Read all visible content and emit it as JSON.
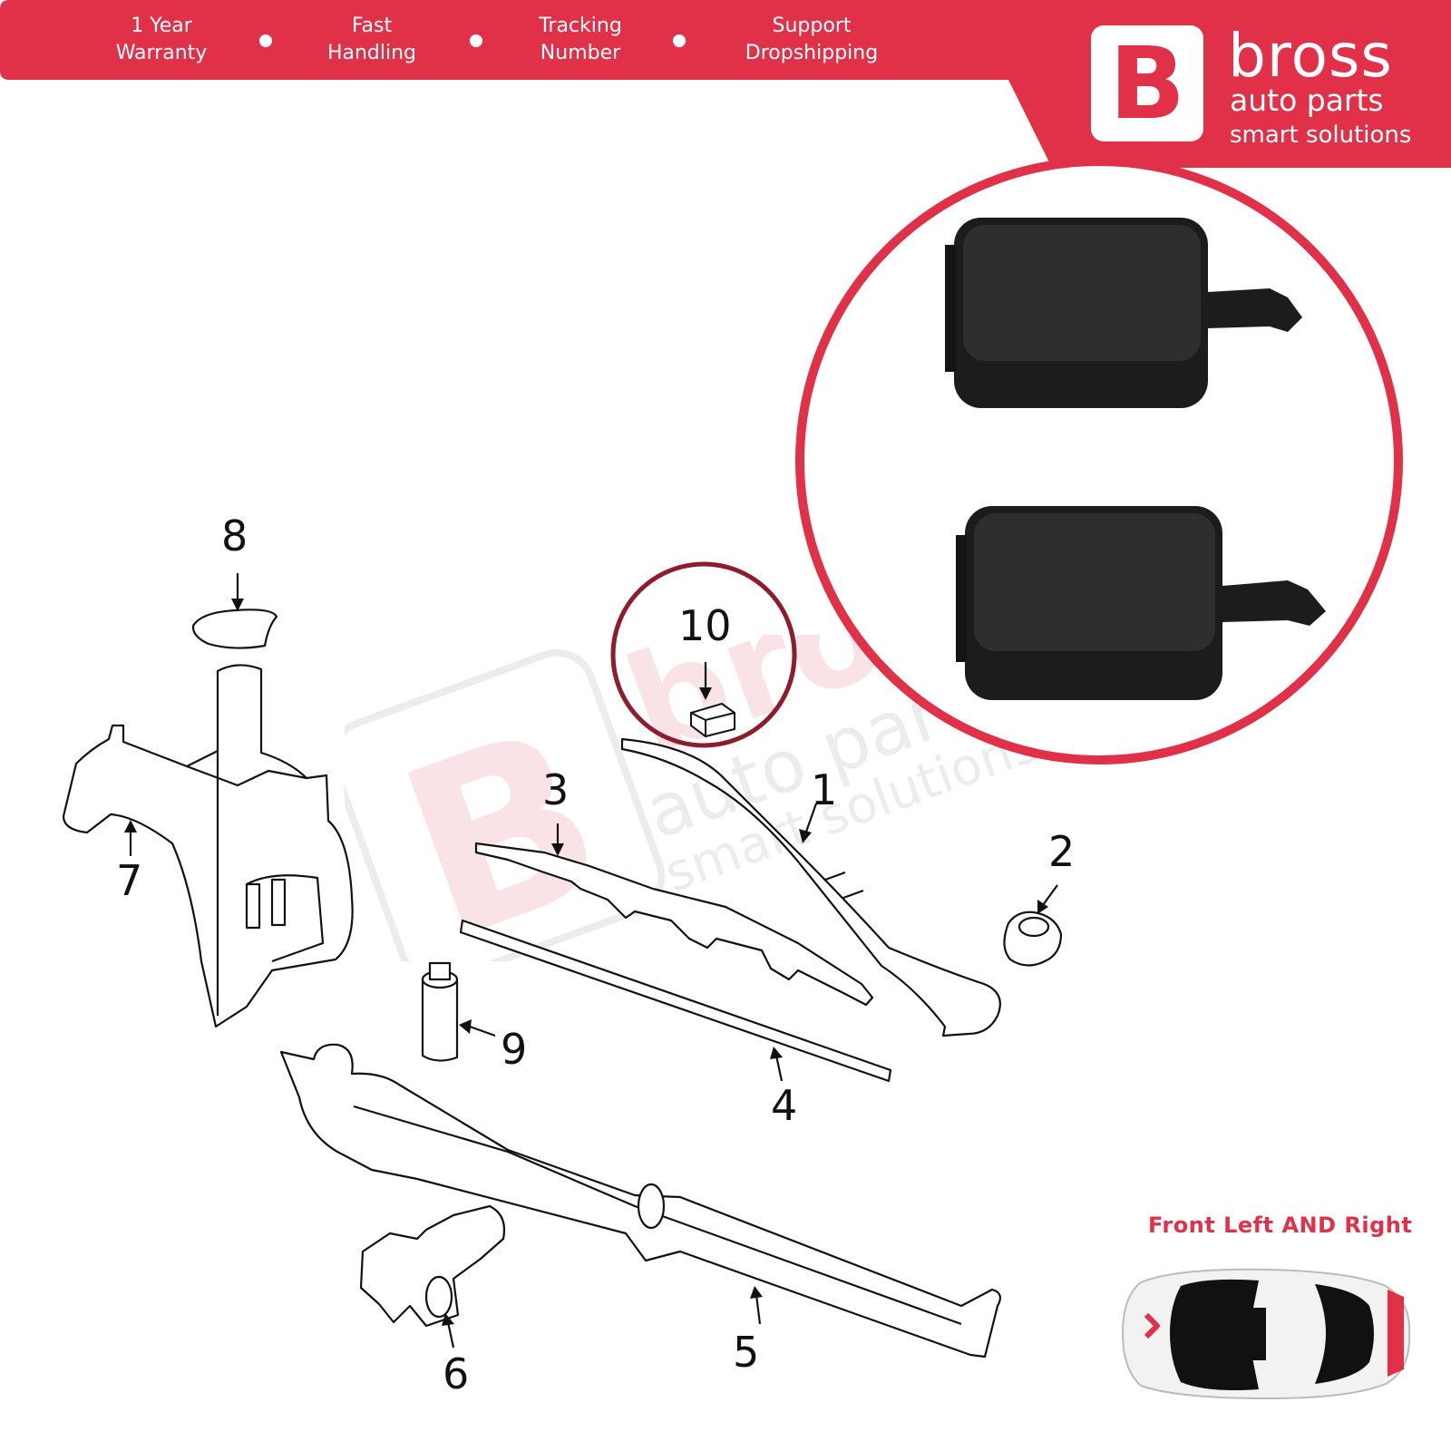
{
  "banner": {
    "features": [
      {
        "line1": "1 Year",
        "line2": "Warranty"
      },
      {
        "line1": "Fast",
        "line2": "Handling"
      },
      {
        "line1": "Tracking",
        "line2": "Number"
      },
      {
        "line1": "Support",
        "line2": "Dropshipping"
      }
    ],
    "accent_color": "#e03148"
  },
  "logo": {
    "letter": "B",
    "name": "bross",
    "subtitle": "auto parts",
    "tagline": "smart solutions"
  },
  "diagram": {
    "callouts": [
      "1",
      "2",
      "3",
      "4",
      "5",
      "6",
      "7",
      "8",
      "9",
      "10"
    ],
    "highlighted_part": "10"
  },
  "watermark": {
    "letter": "B",
    "name": "bross",
    "subtitle": "auto parts",
    "tagline": "smart solutions"
  },
  "product": {
    "icon": "washer-nozzle-pair",
    "caption": "Front Left AND Right"
  },
  "car_icon": "car-top-view-icon"
}
